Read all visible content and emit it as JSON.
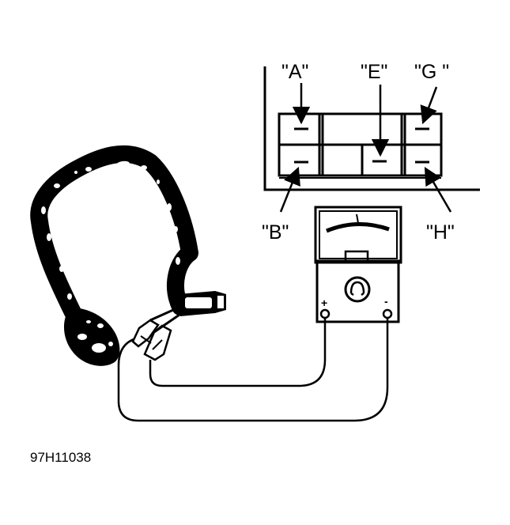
{
  "connector_labels": {
    "a": "\"A\"",
    "e": "\"E\"",
    "g": "\"G \"",
    "b": "\"B\"",
    "h": "\"H\""
  },
  "meter_polarity": {
    "positive": "+",
    "negative": "-"
  },
  "figure_code": "97H11038",
  "colors": {
    "ink": "#000000",
    "background": "#ffffff"
  }
}
